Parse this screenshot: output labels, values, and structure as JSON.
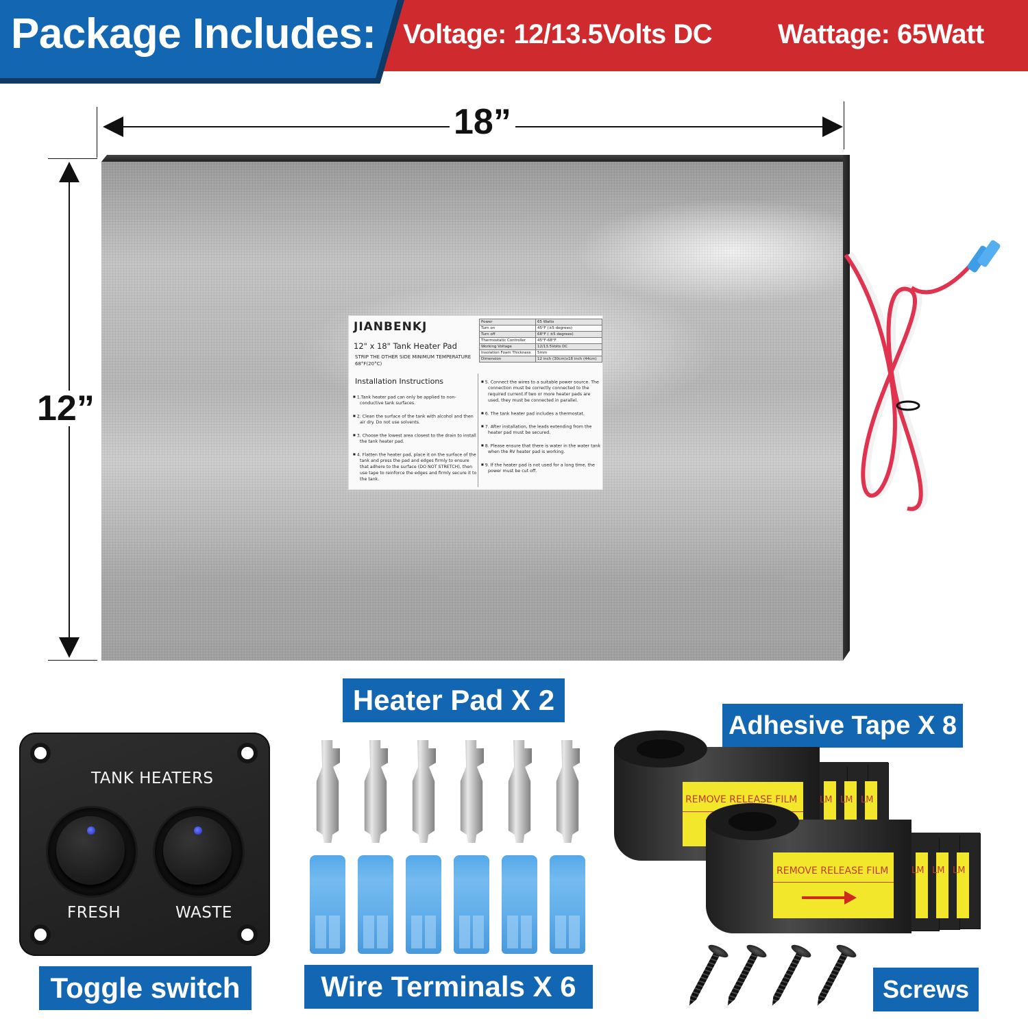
{
  "header": {
    "title": "Package Includes:",
    "voltage": "Voltage: 12/13.5Volts DC",
    "wattage": "Wattage: 65Watt",
    "colors": {
      "blue": "#1366b1",
      "blue_shadow": "#103a66",
      "red": "#cf2a2e"
    }
  },
  "dimensions": {
    "width": "18”",
    "height": "12”"
  },
  "heater_pad": {
    "label": {
      "brand": "JIANBENKJ",
      "title": "12\" x 18\" Tank Heater Pad",
      "subtitle": "STRIP THE OTHER SIDE MINIMUM TEMPERATURE 68°F(20°C)",
      "install_heading": "Installation Instructions",
      "specs": [
        {
          "key": "Power",
          "value": "65 Watts"
        },
        {
          "key": "Turn on",
          "value": "45°F (±5 degrees)"
        },
        {
          "key": "Turn off",
          "value": "68°F ( ±5 degrees)"
        },
        {
          "key": "Thermostatic Controller",
          "value": "45°F-68°F"
        },
        {
          "key": "Working Voltage",
          "value": "12/13.5Volts DC"
        },
        {
          "key": "Insolation Foam Thickness",
          "value": "5mm"
        },
        {
          "key": "Dimension",
          "value": "12 inch (30cm)x18 inch (44cm)"
        }
      ],
      "steps_left": [
        "1.Tank heater pad can only be applied to non-conductive tank surfaces.",
        "2. Clean the surface of the tank with alcohol and then air dry. Do not use solvents.",
        "3. Choose the lowest area closest to the drain to install the tank heater pad.",
        "4. Flatten the heater pad, place it on the surface of the tank and press the pad and edges firmly to ensure that adhere to the surface (DO NOT STRETCH), then use tape to reinforce the edges and firmly secure it to the tank."
      ],
      "steps_right": [
        "5. Connect the wires to a suitable power source. The connection must be correctly connected to the required current.If two or more heater pads are used, they must be connected in parallel.",
        "6. The tank heater pad includes a thermostat.",
        "7. After installation, the leads extending from the heater pad must be secured.",
        "8. Please ensure that there is water in the water tank when the RV heater pad is working.",
        "9. If the heater pad is not used for a long time, the power must be cut off."
      ]
    }
  },
  "items": {
    "heater_pad_tag": "Heater Pad X 2",
    "toggle_switch_tag": "Toggle switch",
    "wire_terminals_tag": "Wire Terminals X 6",
    "adhesive_tape_tag": "Adhesive Tape X 8",
    "screws_tag": "Screws"
  },
  "switch_panel": {
    "title": "TANK HEATERS",
    "left_label": "FRESH",
    "right_label": "WASTE"
  },
  "tape": {
    "release_text": "REMOVE RELEASE FILM",
    "edge_text": "LM"
  }
}
